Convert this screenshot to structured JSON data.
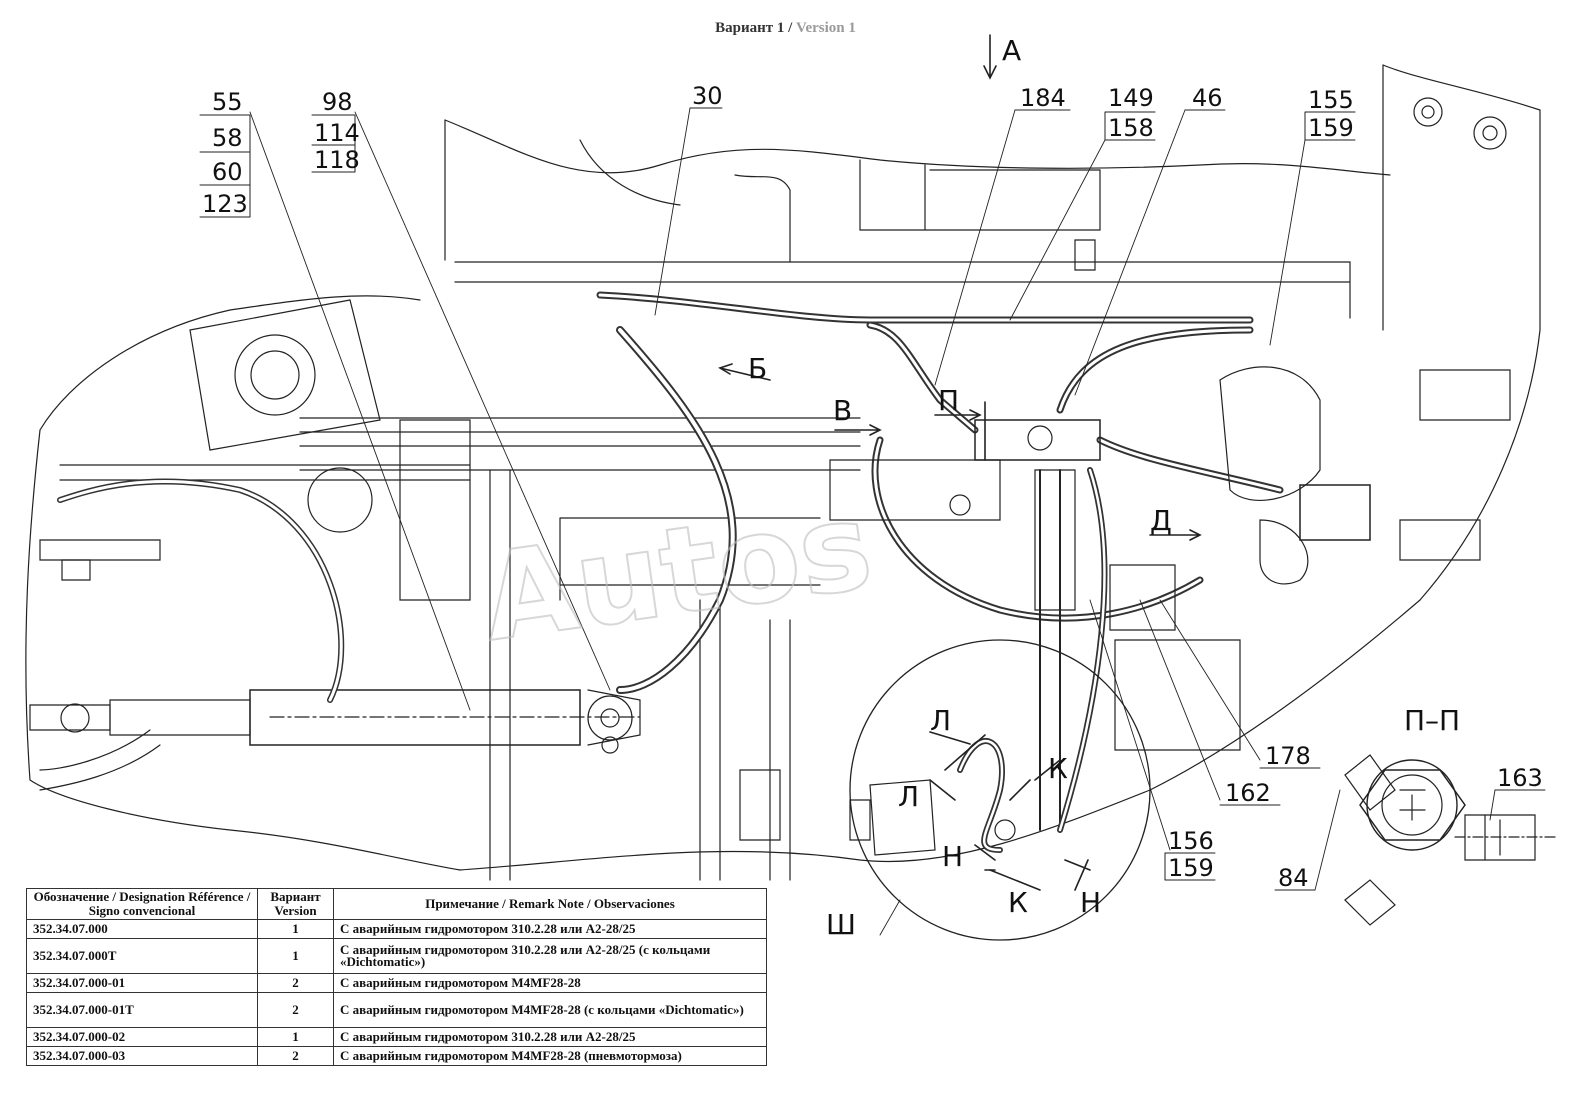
{
  "title": {
    "ru": "Вариант 1",
    "sep": " / ",
    "en": "Version 1"
  },
  "callouts": {
    "c55": "55",
    "c58": "58",
    "c60": "60",
    "c123": "123",
    "c98": "98",
    "c114": "114",
    "c118": "118",
    "c30": "30",
    "c184": "184",
    "c149": "149",
    "c158": "158",
    "c46": "46",
    "c155": "155",
    "c159a": "159",
    "c178": "178",
    "c162": "162",
    "c156": "156",
    "c159b": "159",
    "c163": "163",
    "c84": "84"
  },
  "view_letters": {
    "A": "А",
    "B": "Б",
    "V": "В",
    "P": "П",
    "D": "Д",
    "L1": "Л",
    "L2": "Л",
    "K1": "К",
    "K2": "К",
    "N1": "Н",
    "N2": "Н",
    "Sh": "Ш"
  },
  "section_label": "П–П",
  "watermark": "Autos",
  "table": {
    "headers": {
      "designation": "Обозначение / Designation Référence / Signo convencional",
      "version": "Вариант Version",
      "remark": "Примечание / Remark Note / Observaciones"
    },
    "rows": [
      {
        "designation": "352.34.07.000",
        "version": "1",
        "remark": "С аварийным гидромотором 310.2.28 или А2-28/25"
      },
      {
        "designation": "352.34.07.000Т",
        "version": "1",
        "remark": "С аварийным гидромотором 310.2.28 или А2-28/25 (с кольцами «Dichtomatic»)"
      },
      {
        "designation": "352.34.07.000-01",
        "version": "2",
        "remark": "С аварийным гидромотором M4MF28-28"
      },
      {
        "designation": "352.34.07.000-01Т",
        "version": "2",
        "remark": "С аварийным гидромотором M4MF28-28 (с кольцами «Dichtomatic»)"
      },
      {
        "designation": "352.34.07.000-02",
        "version": "1",
        "remark": "С аварийным гидромотором 310.2.28 или А2-28/25"
      },
      {
        "designation": "352.34.07.000-03",
        "version": "2",
        "remark": "С аварийным гидромотором M4MF28-28 (пневмотормоза)"
      }
    ]
  }
}
